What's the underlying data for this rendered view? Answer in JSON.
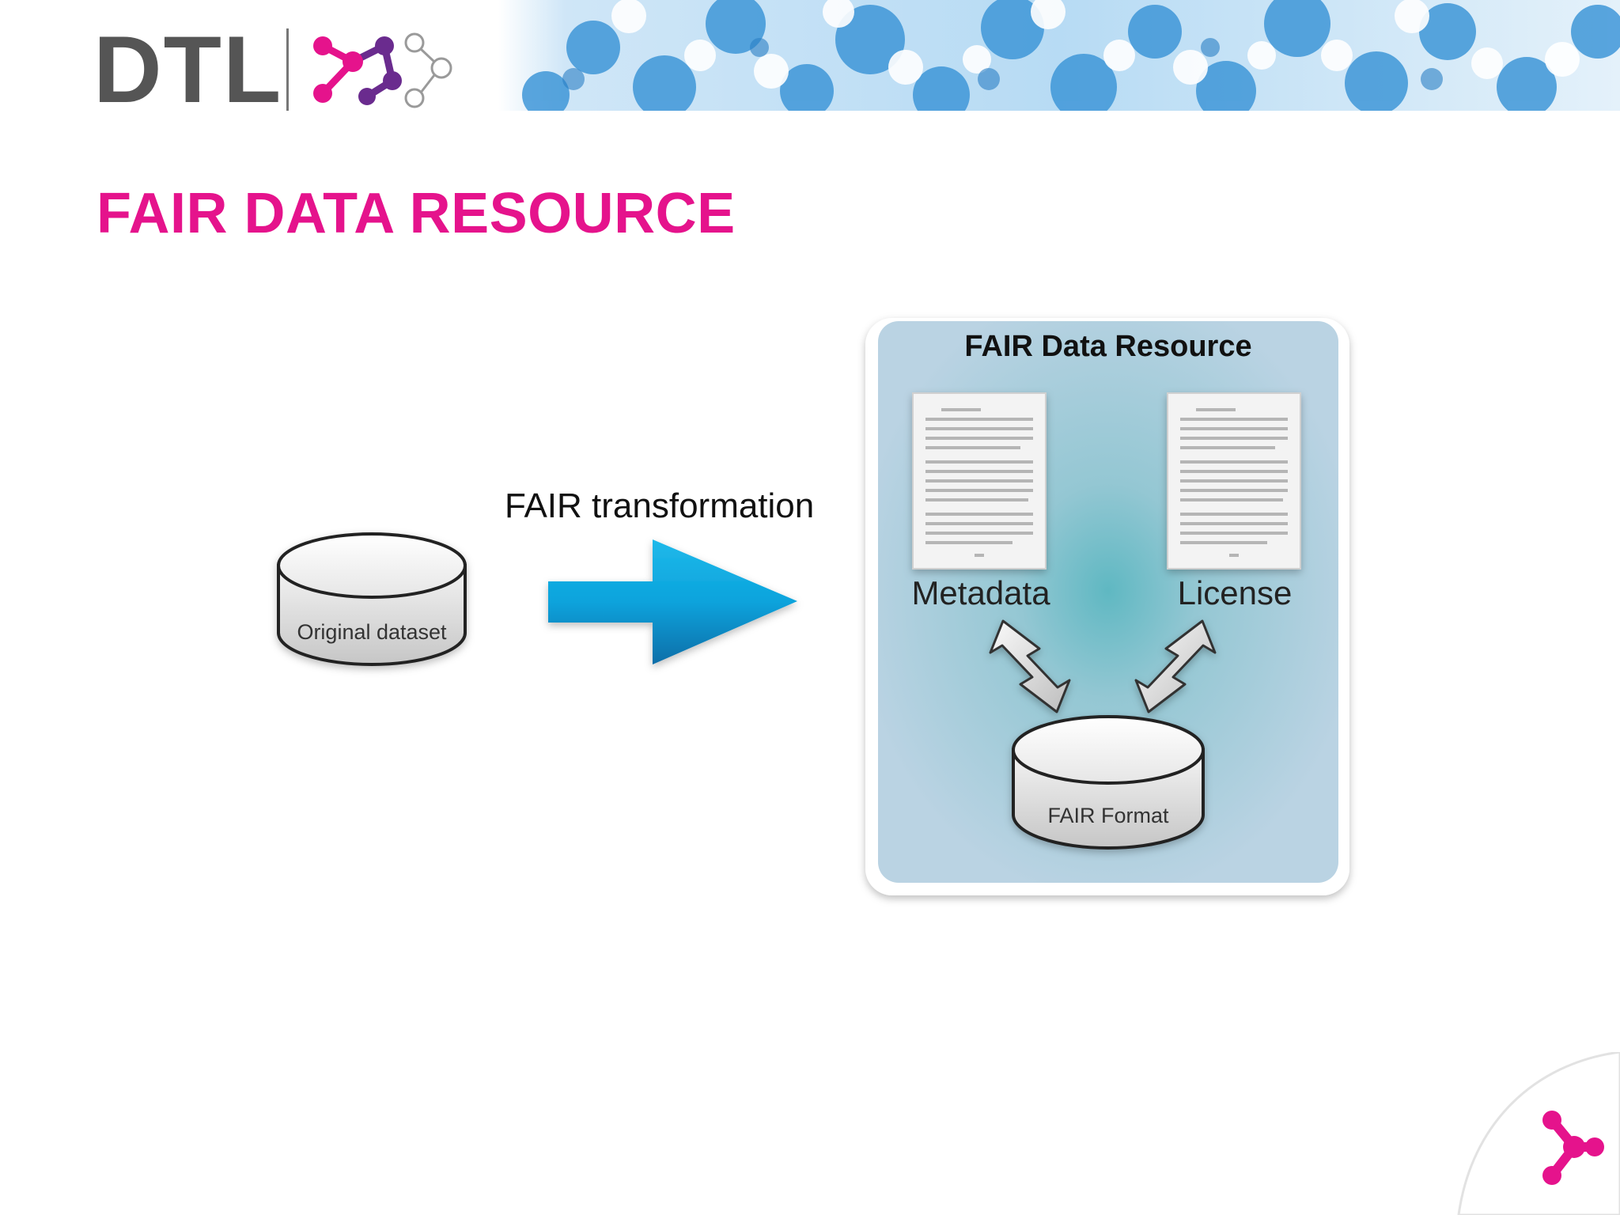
{
  "header": {
    "logo_text": "DTL"
  },
  "slide": {
    "title": "FAIR DATA RESOURCE"
  },
  "diagram": {
    "source_db_label": "Original dataset",
    "arrow_label": "FAIR transformation",
    "resource": {
      "title": "FAIR Data Resource",
      "metadata_label": "Metadata",
      "license_label": "License",
      "format_label": "FAIR Format"
    }
  },
  "colors": {
    "accent": "#e5138c",
    "logo_purple": "#6a2b8e",
    "logo_gray": "#555555",
    "arrow_blue": "#0aa3dc",
    "panel_blue": "#b9d4e3",
    "panel_center": "#5fb8c2"
  },
  "icons": {
    "logo_mark": "dtl-molecule-icon",
    "corner_mark": "chevron-molecule-icon",
    "arrow": "right-arrow-icon",
    "document": "document-icon",
    "double_arrow": "bidirectional-arrow-icon",
    "database": "database-cylinder-icon"
  }
}
